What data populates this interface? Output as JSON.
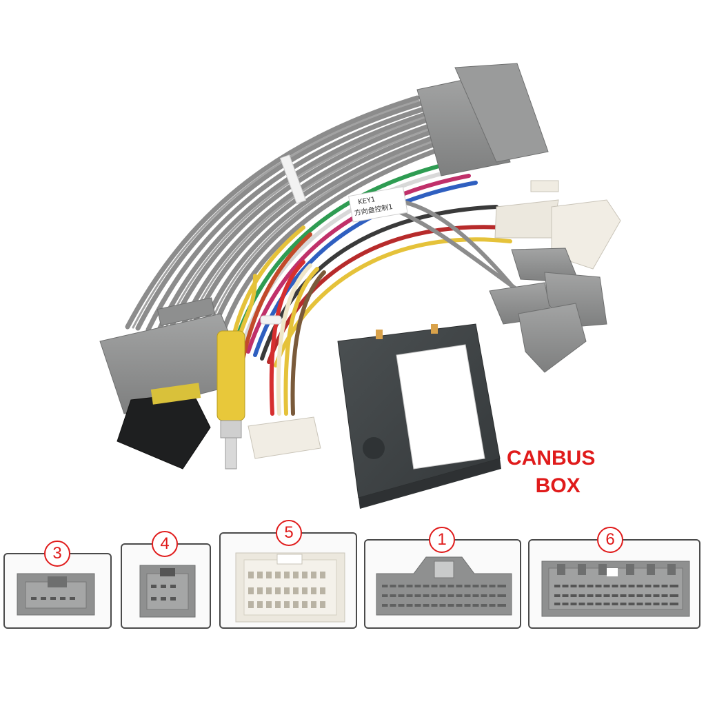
{
  "canbus_label": {
    "line1": "CANBUS",
    "line2": "BOX"
  },
  "wire_tag": {
    "line1": "KEY1",
    "line2": "方向盘控制1"
  },
  "connector_panels": [
    {
      "badge": "3",
      "connector": "grey-small-connector-icon"
    },
    {
      "badge": "4",
      "connector": "grey-square-connector-icon"
    },
    {
      "badge": "5",
      "connector": "white-multi-pin-connector-icon"
    },
    {
      "badge": "1",
      "connector": "grey-latched-connector-icon"
    },
    {
      "badge": "6",
      "connector": "grey-wide-connector-icon"
    }
  ],
  "colors": {
    "label_red": "#e01b1b",
    "connector_grey": "#8f9090",
    "connector_white": "#ece8de",
    "box_dark": "#3e4244"
  }
}
